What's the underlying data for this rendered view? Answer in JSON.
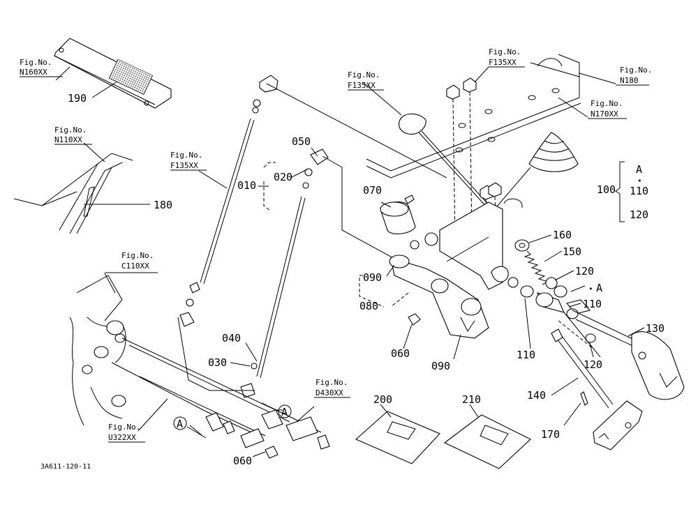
{
  "figure_refs": {
    "n160": {
      "caption": "Fig.No.",
      "code": "N160XX"
    },
    "n110": {
      "caption": "Fig.No.",
      "code": "N110XX"
    },
    "f135_left": {
      "caption": "Fig.No.",
      "code": "F135XX"
    },
    "f135_mid": {
      "caption": "Fig.No.",
      "code": "F135XX"
    },
    "f135_top": {
      "caption": "Fig.No.",
      "code": "F135XX"
    },
    "n180": {
      "caption": "Fig.No.",
      "code": "N180"
    },
    "n170": {
      "caption": "Fig.No.",
      "code": "N170XX"
    },
    "c110": {
      "caption": "Fig.No.",
      "code": "C110XX"
    },
    "u322": {
      "caption": "Fig.No.",
      "code": "U322XX"
    },
    "d430": {
      "caption": "Fig.No.",
      "code": "D430XX"
    }
  },
  "parts": {
    "p010": "010",
    "p020": "020",
    "p030": "030",
    "p040": "040",
    "p050": "050",
    "p060a": "060",
    "p060b": "060",
    "p070": "070",
    "p080": "080",
    "p090a": "090",
    "p090b": "090",
    "p100": "100",
    "p110a": "110",
    "p110b": "110",
    "p120a": "120",
    "p120b": "120",
    "p130": "130",
    "p140": "140",
    "p150": "150",
    "p160": "160",
    "p170": "170",
    "p180": "180",
    "p190": "190",
    "p200": "200",
    "p210": "210"
  },
  "group_100": {
    "ref": "A",
    "dot": "•",
    "item1": "110",
    "item2": "120"
  },
  "ref_marks": {
    "a1": "A",
    "a2": "A",
    "a3": "A"
  },
  "bullet": "•",
  "drawing_code": "3A611-120-11"
}
